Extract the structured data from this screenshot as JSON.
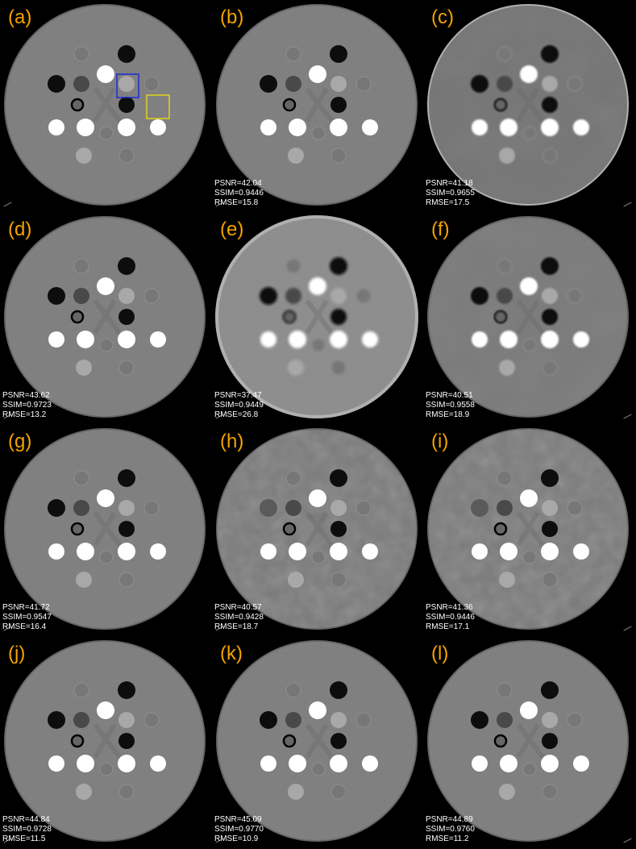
{
  "panels": [
    {
      "label": "(a)",
      "metrics": null,
      "roi_boxes": [
        {
          "color": "#1f2ad6"
        },
        {
          "color": "#e0d21c"
        }
      ],
      "style": "sharp"
    },
    {
      "label": "(b)",
      "metrics": {
        "psnr": "PSNR=42.04",
        "ssim": "SSIM=0.9446",
        "rmse": "RMSE=15.8"
      },
      "style": "sharp"
    },
    {
      "label": "(c)",
      "metrics": {
        "psnr": "PSNR=41.18",
        "ssim": "SSIM=0.9655",
        "rmse": "RMSE=17.5"
      },
      "style": "smooth-bright-edge"
    },
    {
      "label": "(d)",
      "metrics": {
        "psnr": "PSNR=43.62",
        "ssim": "SSIM=0.9723",
        "rmse": "RMSE=13.2"
      },
      "style": "sharp"
    },
    {
      "label": "(e)",
      "metrics": {
        "psnr": "PSNR=37.47",
        "ssim": "SSIM=0.9449",
        "rmse": "RMSE=26.8"
      },
      "style": "bright-blur"
    },
    {
      "label": "(f)",
      "metrics": {
        "psnr": "PSNR=40.51",
        "ssim": "SSIM=0.9558",
        "rmse": "RMSE=18.9"
      },
      "style": "smooth"
    },
    {
      "label": "(g)",
      "metrics": {
        "psnr": "PSNR=41.72",
        "ssim": "SSIM=0.9547",
        "rmse": "RMSE=16.4"
      },
      "style": "textured"
    },
    {
      "label": "(h)",
      "metrics": {
        "psnr": "PSNR=40.57",
        "ssim": "SSIM=0.9428",
        "rmse": "RMSE=18.7"
      },
      "style": "mottled"
    },
    {
      "label": "(i)",
      "metrics": {
        "psnr": "PSNR=41.36",
        "ssim": "SSIM=0.9446",
        "rmse": "RMSE=17.1"
      },
      "style": "mottled"
    },
    {
      "label": "(j)",
      "metrics": {
        "psnr": "PSNR=44.84",
        "ssim": "SSIM=0.9728",
        "rmse": "RMSE=11.5"
      },
      "style": "sharp"
    },
    {
      "label": "(k)",
      "metrics": {
        "psnr": "PSNR=45.09",
        "ssim": "SSIM=0.9770",
        "rmse": "RMSE=10.9"
      },
      "style": "sharp"
    },
    {
      "label": "(l)",
      "metrics": {
        "psnr": "PSNR=44.89",
        "ssim": "SSIM=0.9760",
        "rmse": "RMSE=11.2"
      },
      "style": "sharp"
    }
  ],
  "colors": {
    "background": "#000000",
    "label": "#f4a300",
    "metrics_text": "#ffffff",
    "phantom_body": "#7d7d7d",
    "phantom_edge": "#5f5f5f",
    "insert_bright": "#ffffff",
    "insert_dark": "#0d0d0d",
    "insert_mid": "#4b4b4b",
    "insert_light": "#a5a5a5"
  }
}
